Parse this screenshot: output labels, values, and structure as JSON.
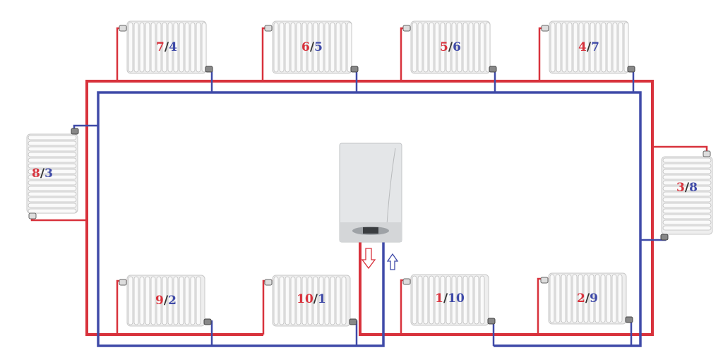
{
  "colors": {
    "supply": "#d8323c",
    "return": "#3f4aa8",
    "slash": "#333333"
  },
  "radiators": [
    {
      "id": "top-1",
      "supply": "7",
      "return": "4"
    },
    {
      "id": "top-2",
      "supply": "6",
      "return": "5"
    },
    {
      "id": "top-3",
      "supply": "5",
      "return": "6"
    },
    {
      "id": "top-4",
      "supply": "4",
      "return": "7"
    },
    {
      "id": "left",
      "supply": "8",
      "return": "3"
    },
    {
      "id": "right",
      "supply": "3",
      "return": "8"
    },
    {
      "id": "bottom-1",
      "supply": "9",
      "return": "2"
    },
    {
      "id": "bottom-2",
      "supply": "10",
      "return": "1"
    },
    {
      "id": "bottom-3",
      "supply": "1",
      "return": "10"
    },
    {
      "id": "bottom-4",
      "supply": "2",
      "return": "9"
    }
  ],
  "slash": "/",
  "boiler": {
    "icon": "gas-boiler-icon"
  },
  "arrows": {
    "supply": "arrow-down-icon",
    "return": "arrow-up-icon"
  }
}
